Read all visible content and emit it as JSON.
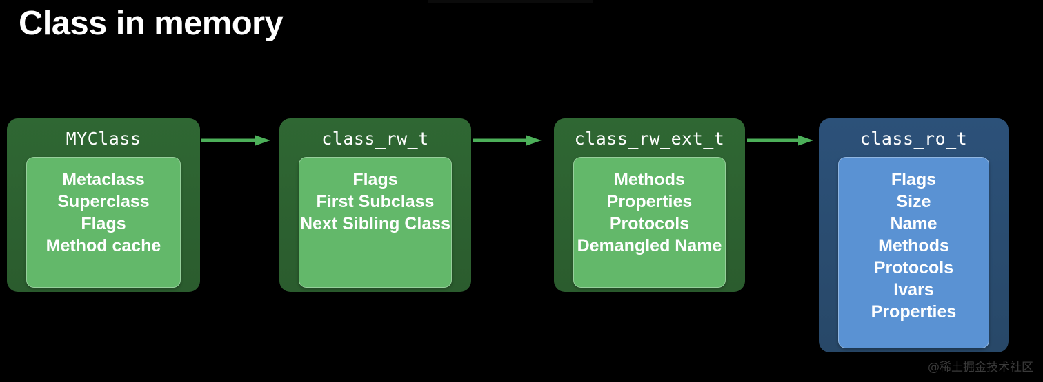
{
  "slide": {
    "title": "Class in memory",
    "background_color": "#000000",
    "title_color": "#ffffff"
  },
  "colors": {
    "green_outer": "#2d6130",
    "green_inner": "#63b86a",
    "blue_outer": "#2a4c70",
    "blue_inner": "#5a92d3",
    "arrow": "#4caf59"
  },
  "nodes": [
    {
      "title": "MYClass",
      "accent": "green",
      "fields": [
        "Metaclass",
        "Superclass",
        "Flags",
        "Method cache"
      ]
    },
    {
      "title": "class_rw_t",
      "accent": "green",
      "fields": [
        "Flags",
        "First Subclass",
        "Next Sibling Class"
      ]
    },
    {
      "title": "class_rw_ext_t",
      "accent": "green",
      "fields": [
        "Methods",
        "Properties",
        "Protocols",
        "Demangled Name"
      ]
    },
    {
      "title": "class_ro_t",
      "accent": "blue",
      "fields": [
        "Flags",
        "Size",
        "Name",
        "Methods",
        "Protocols",
        "Ivars",
        "Properties"
      ]
    }
  ],
  "arrows": [
    {
      "from": "MYClass",
      "to": "class_rw_t",
      "icon": "arrow-right-icon"
    },
    {
      "from": "class_rw_t",
      "to": "class_rw_ext_t",
      "icon": "arrow-right-icon"
    },
    {
      "from": "class_rw_ext_t",
      "to": "class_ro_t",
      "icon": "arrow-right-icon"
    }
  ],
  "watermark": {
    "text": "@稀土掘金技术社区"
  }
}
